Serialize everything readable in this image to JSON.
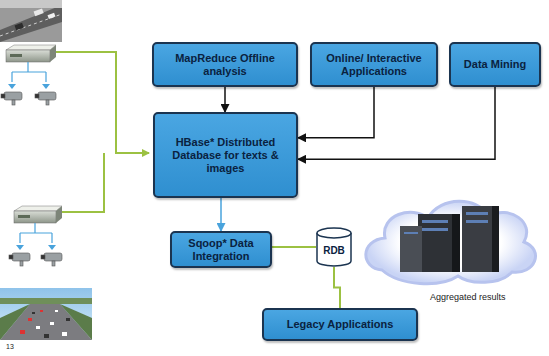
{
  "diagram": {
    "nodes": [
      {
        "text": [
          "MapReduce Offline analysis"
        ]
      },
      {
        "text": [
          "Online/ Interactive Applications"
        ]
      },
      {
        "text": [
          "Data Mining"
        ]
      },
      {
        "text": [
          "HBase* Distributed Database for texts & images"
        ]
      },
      {
        "text": [
          "Sqoop* Data Integration"
        ]
      },
      {
        "text": [
          "RDB"
        ]
      },
      {
        "text": [
          "Legacy Applications"
        ]
      }
    ],
    "edges": [
      {
        "from": 0,
        "to": 3,
        "arrow": "to"
      },
      {
        "from": 1,
        "to": 3,
        "arrow": "to"
      },
      {
        "from": 2,
        "to": 3,
        "arrow": "to"
      },
      {
        "from": 3,
        "to": 4,
        "arrow": "to"
      },
      {
        "from": 4,
        "to": 5,
        "arrow": "none"
      },
      {
        "from": 5,
        "to": 6,
        "arrow": "none"
      }
    ],
    "labels": [
      "Aggregated results",
      "13"
    ]
  }
}
